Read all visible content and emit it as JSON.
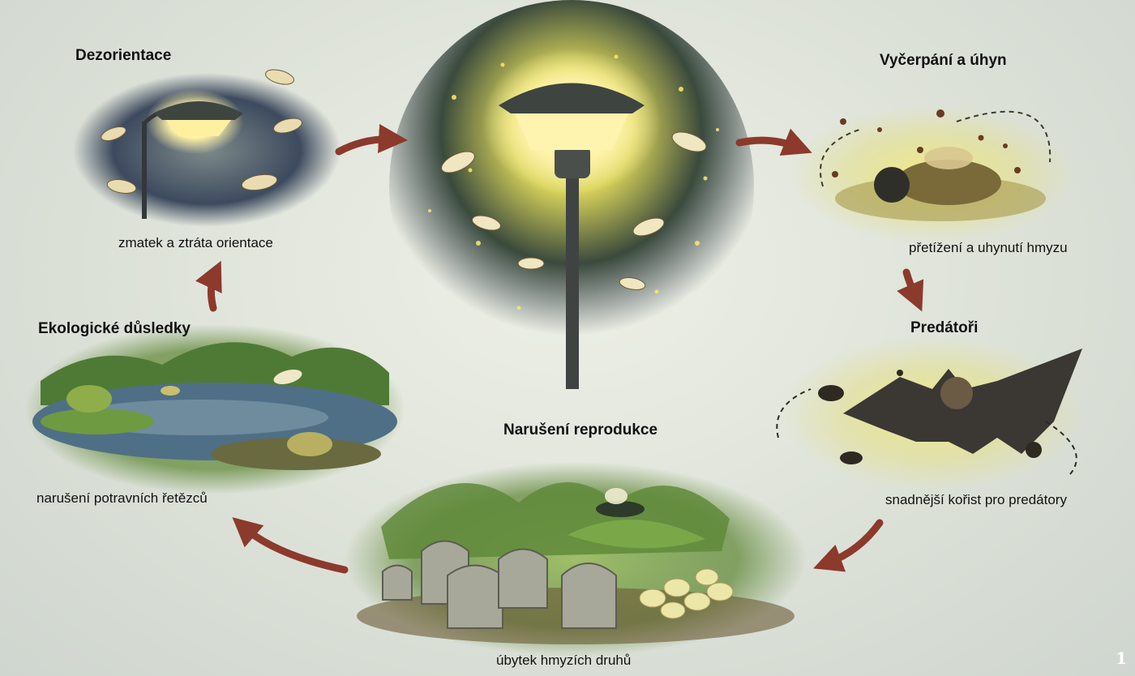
{
  "nodes": {
    "disorientation": {
      "title": "Dezorientace",
      "caption": "zmatek a ztráta orientace"
    },
    "exhaustion": {
      "title": "Vyčerpání a úhyn",
      "caption": "přetížení a uhynutí hmyzu"
    },
    "predators": {
      "title": "Predátoři",
      "caption": "snadnější kořist pro predátory"
    },
    "reproduction": {
      "title": "Narušení reprodukce",
      "caption": "úbytek hmyzích druhů"
    },
    "ecology": {
      "title": "Ekologické důsledky",
      "caption": "narušení potravních řetězců"
    }
  },
  "page_number": "1",
  "colors": {
    "arrow": "#8b3a2c",
    "glow": "#f3ea86",
    "night": "#3d4a5e",
    "foliage": "#5f8a3a",
    "water": "#4f6f86"
  }
}
